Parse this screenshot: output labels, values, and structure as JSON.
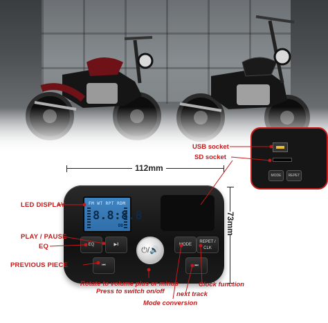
{
  "dimensions": {
    "width": "112mm",
    "height": "73mm"
  },
  "display": {
    "modes": "FM  WT  RPT  RDM",
    "digits": "8.8:8.8",
    "dolby": "DD"
  },
  "device_buttons": {
    "eq": "EQ",
    "play_pause": "▶‖",
    "prev": "⏮",
    "mode": "MODE",
    "repeat_clk": "REPET / CLK",
    "next": "⏭",
    "knob": "⏻/🔊"
  },
  "inset_buttons": {
    "mode": "MODE",
    "repeat": "REPET"
  },
  "labels": {
    "led_display": "LED DISPLAY",
    "play_pause": "PLAY / PAUSE",
    "eq": "EQ",
    "previous_piece": "PREVIOUS PIECE",
    "usb_socket": "USB socket",
    "sd_socket": "SD socket",
    "rotate_line1": "Rotate to volume plus or minus",
    "rotate_line2": "Press to switch on/off",
    "next_track": "next track",
    "clock_function": "Clock function",
    "mode_conversion": "Mode conversion"
  },
  "colors": {
    "label_red": "#c21a1a",
    "screen_blue": "#3f84c2",
    "device_black": "#111111"
  }
}
